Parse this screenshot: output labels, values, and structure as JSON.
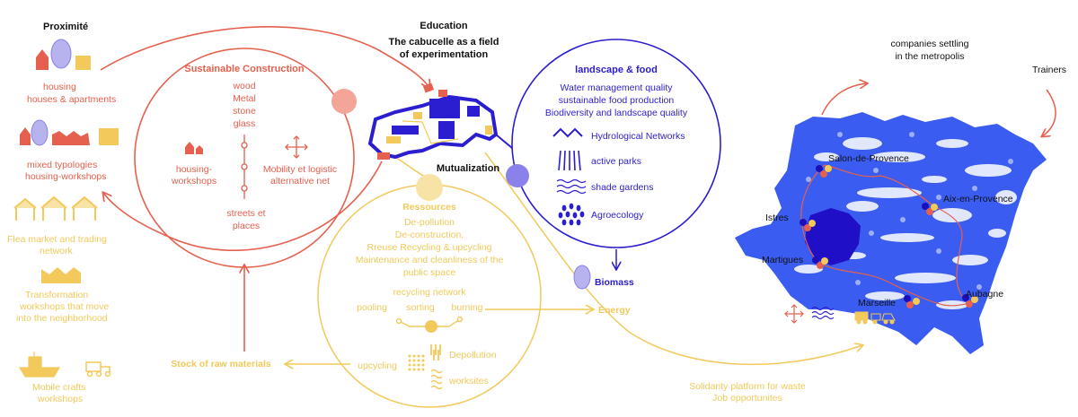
{
  "colors": {
    "red": "#e5604e",
    "red_light": "#f3a597",
    "yellow": "#f2c95a",
    "yellow_light": "#f8e3a6",
    "blue": "#2b1ed0",
    "blue_map": "#3a5cf0",
    "violet": "#8a82ea",
    "lavender": "#b7b3ef"
  },
  "left": {
    "proximite": "Proximité",
    "housing_1": "housing",
    "housing_2": "houses & apartments",
    "mixed_1": "mixed typologies",
    "mixed_2": "housing-workshops",
    "flea_1": "Flea market and trading",
    "flea_2": "network",
    "transfo_1": "Transformation",
    "transfo_2": "workshops that move",
    "transfo_3": "into the neighborhood",
    "mobile_1": "Mobile crafts",
    "mobile_2": "workshops"
  },
  "sustainable": {
    "title": "Sustainable Construction",
    "materials": [
      "wood",
      "Metal",
      "stone",
      "glass"
    ],
    "housing_1": "housing-",
    "housing_2": "workshops",
    "mobility_1": "Mobility et logistic",
    "mobility_2": "alternative net",
    "streets_1": "streets et",
    "streets_2": "places"
  },
  "education": {
    "title": "Education",
    "subtitle_1": "The cabucelle as a field",
    "subtitle_2": "of experimentation"
  },
  "landscape": {
    "title": "landscape & food",
    "line_1": "Water management quality",
    "line_2": "sustainable food production",
    "line_3": "Biodiversity and landscape quality",
    "items": [
      "Hydrological Networks",
      "active parks",
      "shade gardens",
      "Agroecology"
    ]
  },
  "mutualization": {
    "title": "Mutualization",
    "ressources": "Ressources",
    "lines": [
      "De-pollution",
      "De-construction,",
      "Rreuse Recycling & upcycling",
      "Maintenance and cleanliness of the",
      "public space"
    ],
    "recycling_network": "recycling network",
    "pooling": "pooling",
    "sorting": "sorting",
    "burning": "burning",
    "upcycling": "upcycling",
    "depollution": "Depollution",
    "worksites": "worksites"
  },
  "bottom": {
    "stock": "Stock of raw materials",
    "biomass": "Biomass",
    "energy": "Energy",
    "solidarity_1": "Solidarity platform for waste",
    "solidarity_2": "Job opportunites"
  },
  "map": {
    "companies_1": "companies settling",
    "companies_2": "in the metropolis",
    "trainers": "Trainers",
    "cities": [
      "Salon-de-Provence",
      "Aix-en-Provence",
      "Istres",
      "Martigues",
      "Marseille",
      "Aubagne"
    ]
  }
}
